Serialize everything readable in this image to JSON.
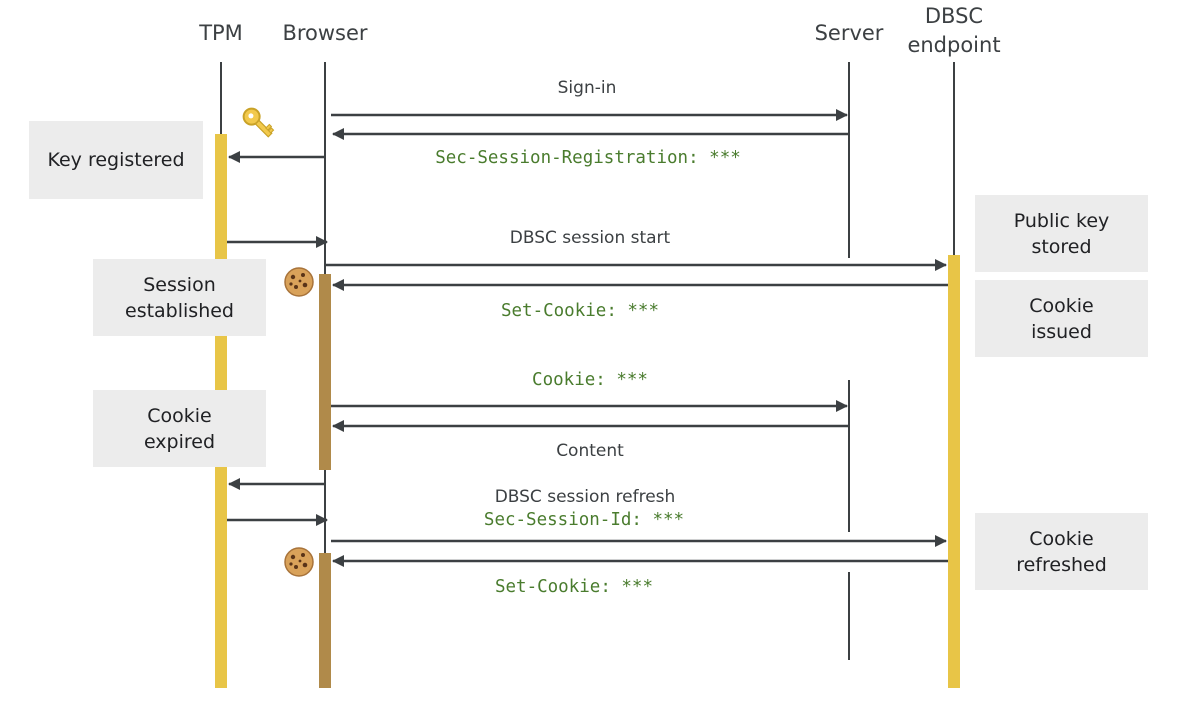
{
  "lanes": {
    "tpm": "TPM",
    "browser": "Browser",
    "server": "Server",
    "dbsc_line1": "DBSC",
    "dbsc_line2": "endpoint"
  },
  "messages": {
    "sign_in": "Sign-in",
    "sec_session_registration": "Sec-Session-Registration: ***",
    "dbsc_session_start": "DBSC session start",
    "set_cookie_1": "Set-Cookie: ***",
    "cookie_header": "Cookie: ***",
    "content": "Content",
    "dbsc_session_refresh": "DBSC session refresh",
    "sec_session_id": "Sec-Session-Id: ***",
    "set_cookie_2": "Set-Cookie: ***"
  },
  "notes": {
    "key_registered": "Key registered",
    "session_established": "Session\nestablished",
    "cookie_expired": "Cookie\nexpired",
    "public_key_stored": "Public key\nstored",
    "cookie_issued": "Cookie\nissued",
    "cookie_refreshed": "Cookie\nrefreshed"
  },
  "icons": {
    "key": "key-icon",
    "cookie_1": "cookie-icon",
    "cookie_2": "cookie-icon"
  },
  "colors": {
    "tpm_activation": "#e8c547",
    "browser_activation": "#b08a4a",
    "dbsc_activation": "#e8c547",
    "lifeline": "#3c4043",
    "code_text": "#4a7c2e",
    "note_bg": "#ececec"
  }
}
